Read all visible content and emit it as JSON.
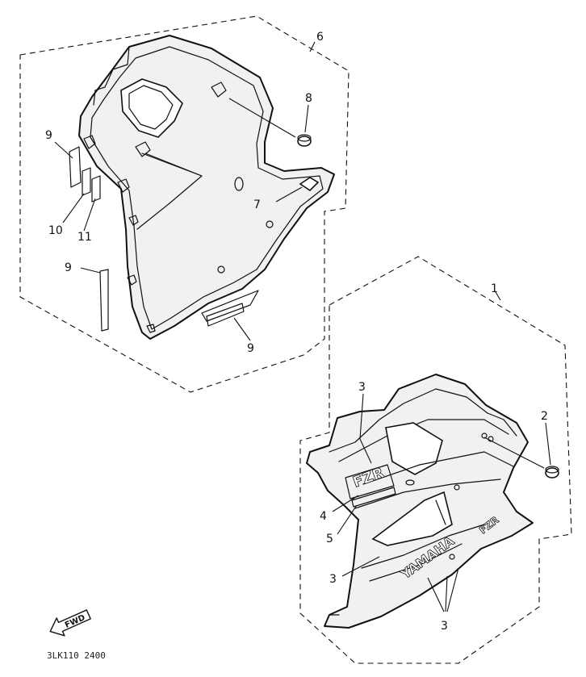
{
  "callouts": {
    "c1": "1",
    "c2": "2",
    "c3a": "3",
    "c3b": "3",
    "c3c": "3",
    "c4": "4",
    "c5": "5",
    "c6": "6",
    "c7": "7",
    "c8": "8",
    "c9a": "9",
    "c9b": "9",
    "c9c": "9",
    "c10": "10",
    "c11": "11"
  },
  "fwd_label": "FWD",
  "figure_code": "3LK110 2400",
  "decals": {
    "model_logo": "FZR",
    "brand": "YAMAHA",
    "side_badge": "FZR"
  }
}
